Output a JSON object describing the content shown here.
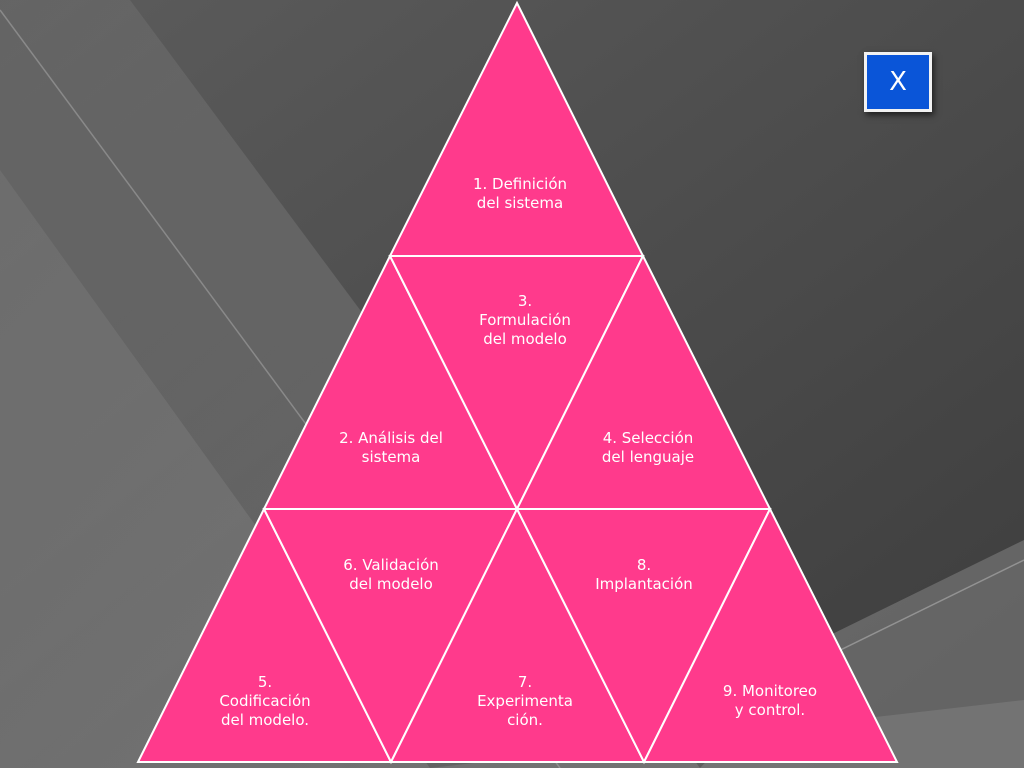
{
  "colors": {
    "triangle_fill": "#ff3a8c",
    "close_button_fill": "#0a55d8",
    "background_dark": "#454545",
    "background_light": "#7e7e7e"
  },
  "diagram": {
    "steps": [
      {
        "id": "step-1",
        "label": "1. Definición\ndel sistema"
      },
      {
        "id": "step-2",
        "label": "2. Análisis del\nsistema"
      },
      {
        "id": "step-3",
        "label": "3.\nFormulación\ndel modelo"
      },
      {
        "id": "step-4",
        "label": "4. Selección\ndel lenguaje"
      },
      {
        "id": "step-5",
        "label": "5.\nCodificación\ndel modelo."
      },
      {
        "id": "step-6",
        "label": "6. Validación\ndel modelo"
      },
      {
        "id": "step-7",
        "label": "7.\nExperimenta\nción."
      },
      {
        "id": "step-8",
        "label": "8.\nImplantación"
      },
      {
        "id": "step-9",
        "label": "9. Monitoreo\ny control."
      }
    ]
  },
  "close_button": {
    "label": "X",
    "icon": "close-icon"
  }
}
